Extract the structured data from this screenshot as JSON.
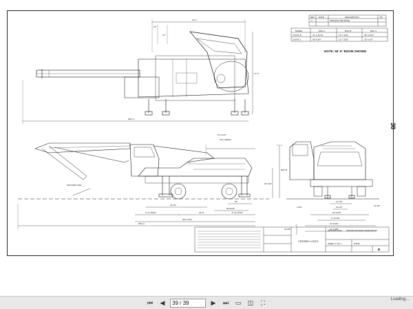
{
  "viewer": {
    "page_number": "38",
    "corner_text": "Loading..."
  },
  "toolbar": {
    "page_field": "39 / 39",
    "icons": [
      "first-page-icon",
      "prev-page-icon",
      "next-page-icon",
      "last-page-icon",
      "single-page-icon",
      "two-page-icon",
      "fullscreen-icon"
    ]
  },
  "drawing": {
    "revision_table": {
      "headers": [
        "REV",
        "DATE",
        "DESCRIPTION",
        "BY"
      ],
      "row": [
        "A",
        "",
        "ORIGINAL RELEASE",
        ""
      ]
    },
    "model_table": {
      "headers": [
        "MODEL",
        "DIM. A",
        "DIM. B",
        "DIM. C"
      ],
      "rows": [
        [
          "XXXXX B",
          "47'-2 11/16\"",
          "11'-7 3/16\"",
          "35'-0 3/16\""
        ],
        [
          "XXXXX L",
          "45'-6 3/4\"",
          "11'-7 3/16\"",
          "33'-4 1/4\""
        ]
      ]
    },
    "note": "NOTE: 56' 6\" BOOM SHOWN",
    "top_dims": {
      "width": "19'-7\"",
      "height": "17'-2\"",
      "dim_c": "DIM. C",
      "small1": "18\"",
      "small2": "16\""
    },
    "side_dims": {
      "tail_radius": "10'-9 1/2\"",
      "tail_swing": "TAIL SWING",
      "dim_b": "DIM. B",
      "ground_line": "GROUND LINE",
      "d1": "34 1/4\"",
      "d2": "52\"",
      "d3": "59 11/16\"",
      "d4": "5'-11 15/16\"",
      "d5": "18'-6\"",
      "d6": "5'-11 15/16\"",
      "d7": "28'-2 7/16\"",
      "dim_a": "DIM. A",
      "d8": "36 1/16\""
    },
    "front_dims": {
      "a": "4 3/4\"",
      "b": "12 3/4\"",
      "c": "12 7/8\"",
      "d": "19 1/2\"",
      "e": "55 13/16\"",
      "f": "6'-10 3/8\"",
      "g": "10'-8 3/8\"",
      "h": "10'-4 3/8\"",
      "i": "46 3/8\""
    },
    "title_block": {
      "logo": "CROSBY LOGO",
      "description_label": "DESCRIPTION:",
      "description": "CRANE MACHINE DIMENSIONS",
      "sheet": "SHEET 1 OF 1",
      "scale": "NONE",
      "rev": "B"
    }
  }
}
